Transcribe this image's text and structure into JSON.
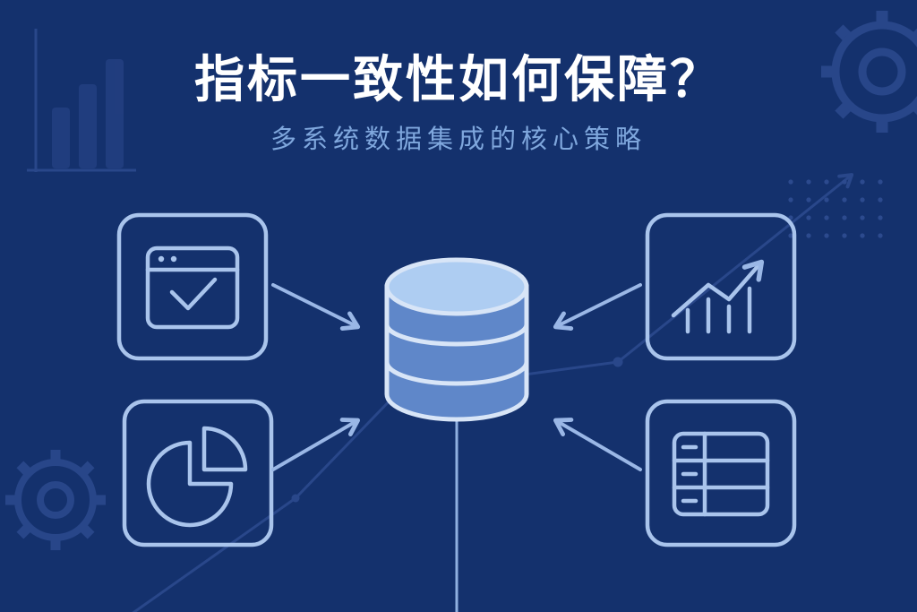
{
  "colors": {
    "bg": "#14316d",
    "accent": "#a9c4ec",
    "arrow": "#9ab7e6",
    "deco": "#2c4a8e",
    "deco-fill": "#223f80",
    "title": "#ffffff",
    "subtitle": "#7fa7dd",
    "db-top": "#aecdf2",
    "db-body": "#5f87c9",
    "db-outline": "#d8e5f7",
    "drop-line": "#8fb0e0"
  },
  "header": {
    "title": "指标一致性如何保障？",
    "subtitle": "多系统数据集成的核心策略"
  },
  "diagram": {
    "center_icon": "database-icon",
    "nodes": [
      {
        "icon": "browser-check-icon",
        "position": "top-left"
      },
      {
        "icon": "trend-chart-icon",
        "position": "top-right"
      },
      {
        "icon": "pie-chart-icon",
        "position": "bottom-left"
      },
      {
        "icon": "table-icon",
        "position": "bottom-right"
      }
    ],
    "arrows": [
      "top-left-to-center",
      "top-right-to-center",
      "bottom-left-to-center",
      "bottom-right-to-center"
    ],
    "decorations": [
      "bar-chart-icon",
      "gear-top-right-icon",
      "gear-left-icon",
      "dot-grid",
      "growth-line-icon"
    ]
  }
}
